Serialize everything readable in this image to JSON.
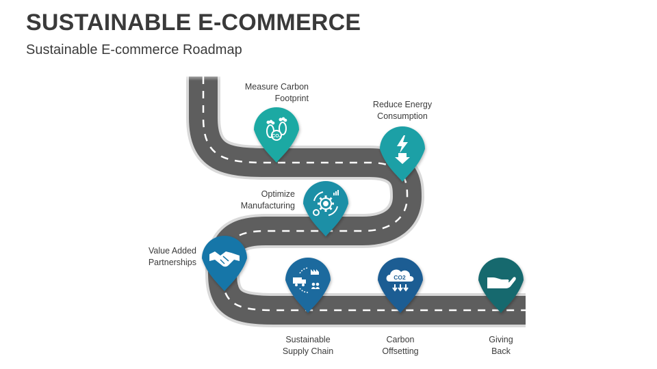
{
  "header": {
    "title": "SUSTAINABLE E-COMMERCE",
    "subtitle": "Sustainable E-commerce Roadmap"
  },
  "colors": {
    "road": "#5e5e5e",
    "road_edge": "#d8d8d8",
    "teal": "#1fa9a3",
    "mid_teal": "#1a8fa6",
    "ocean": "#1776a8",
    "navy": "#1b5d93",
    "dark_teal": "#19696e"
  },
  "milestones": [
    {
      "label": "Measure Carbon\nFootprint",
      "icon": "footprints-co2-icon",
      "color": "#1fa9a3"
    },
    {
      "label": "Reduce Energy\nConsumption",
      "icon": "energy-down-icon",
      "color": "#1fa0a6"
    },
    {
      "label": "Optimize\nManufacturing",
      "icon": "gear-cycle-icon",
      "color": "#1a8fa6"
    },
    {
      "label": "Value Added\nPartnerships",
      "icon": "handshake-icon",
      "color": "#1776a8"
    },
    {
      "label": "Sustainable\nSupply Chain",
      "icon": "truck-factory-icon",
      "color": "#1b6a9e"
    },
    {
      "label": "Carbon\nOffsetting",
      "icon": "co2-cloud-icon",
      "color": "#1b5d93"
    },
    {
      "label": "Giving\nBack",
      "icon": "giving-hand-icon",
      "color": "#19696e"
    }
  ]
}
